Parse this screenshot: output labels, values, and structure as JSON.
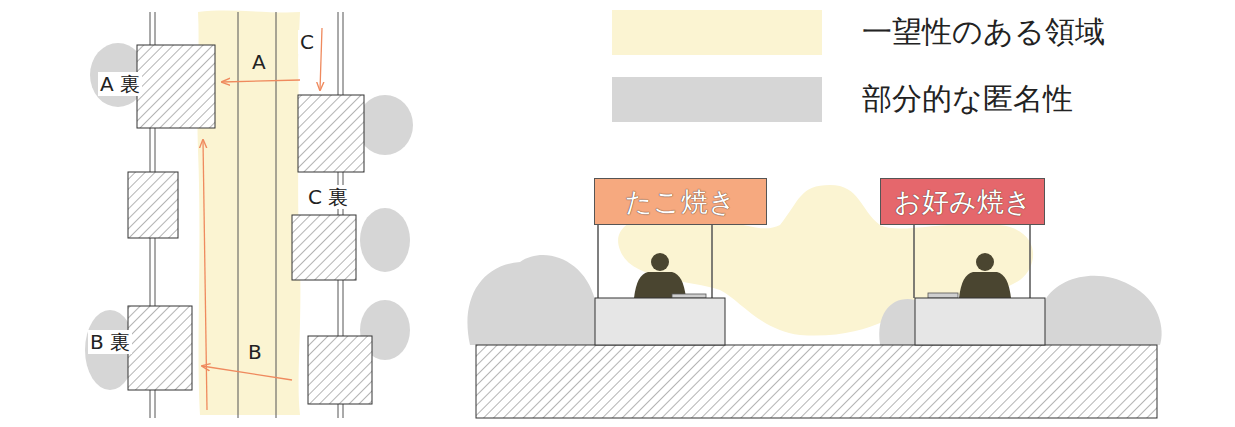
{
  "diagram": {
    "nodes": [
      {
        "text": [
          "たこ焼き"
        ]
      },
      {
        "text": [
          "お好み焼き"
        ]
      }
    ],
    "labels": [
      "A",
      "B",
      "C",
      "A 裏",
      "B 裏",
      "C 裏"
    ],
    "legend": [
      {
        "text": "一望性のある領域",
        "color": "#fbf4d2"
      },
      {
        "text": "部分的な匿名性",
        "color": "#d6d6d6"
      }
    ]
  }
}
